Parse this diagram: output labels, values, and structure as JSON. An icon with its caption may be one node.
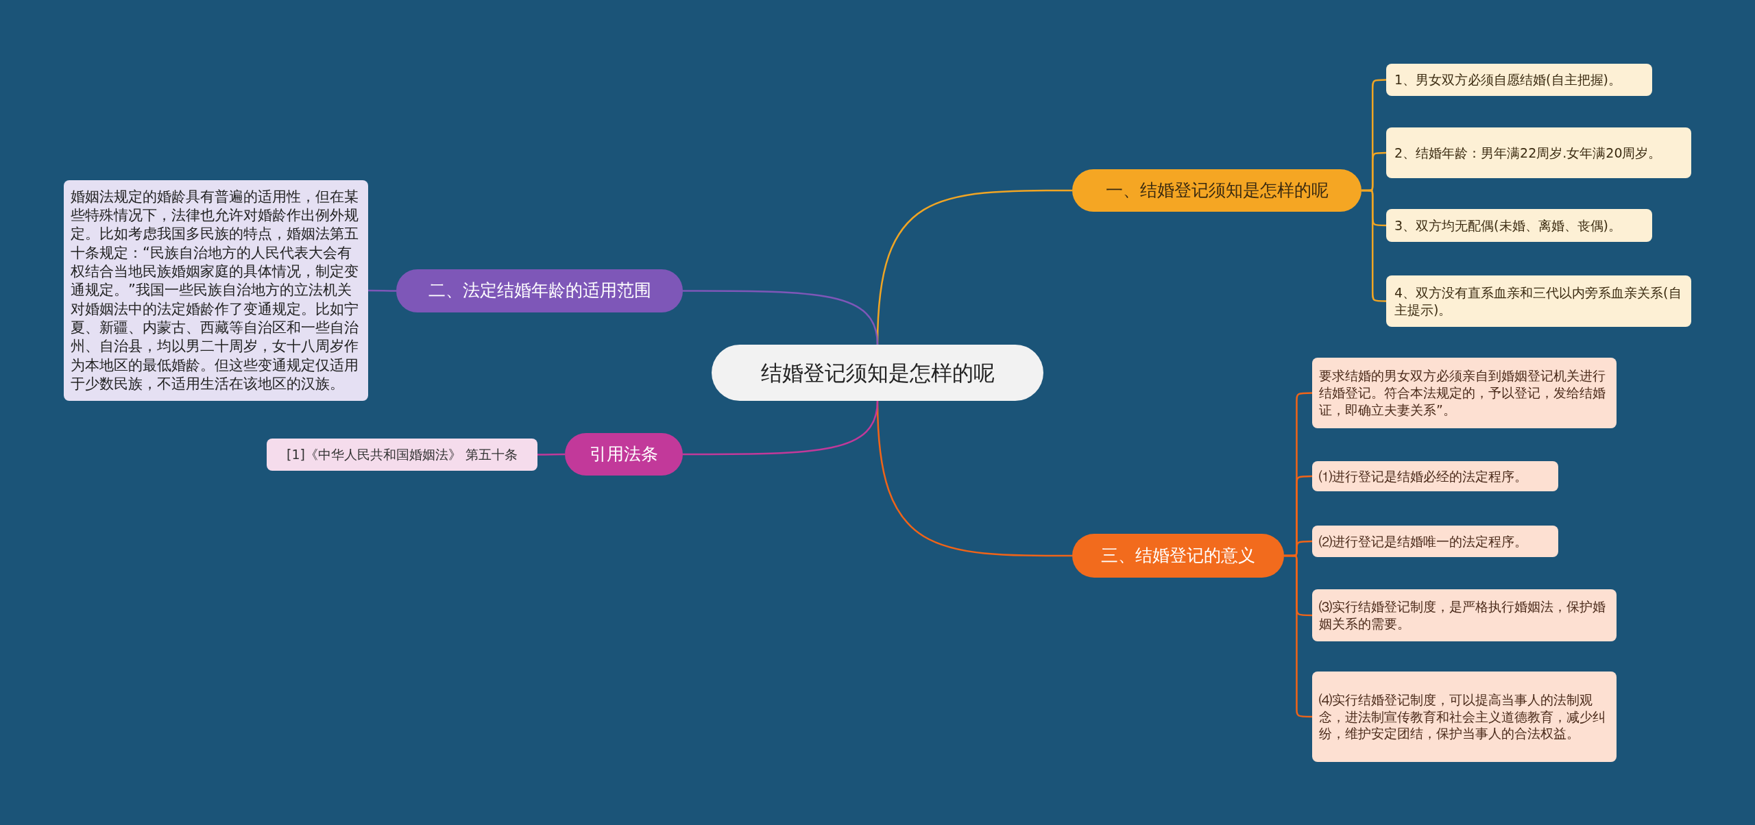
{
  "diagram": {
    "nodes": [
      {
        "text": [
          "结婚登记须知是怎样的呢"
        ]
      },
      {
        "text": [
          "一、结婚登记须知是怎样的呢"
        ]
      },
      {
        "text": [
          "1、男女双方必须自愿结婚(自主把握)。"
        ]
      },
      {
        "text": [
          "2、结婚年龄：男年满22周岁.女年满20周岁。"
        ]
      },
      {
        "text": [
          "3、双方均无配偶(未婚、离婚、丧偶)。"
        ]
      },
      {
        "text": [
          "4、双方没有直系血亲和三代以内旁系血亲关系(自主提示)。"
        ]
      },
      {
        "text": [
          "二、法定结婚年龄的适用范围"
        ]
      },
      {
        "text": [
          "婚姻法规定的婚龄具有普遍的适用性，但在某些特殊情况下，法律也允许对婚龄作出例外规定。比如考虑我国多民族的特点，婚姻法第五十条规定：“民族自治地方的人民代表大会有权结合当地民族婚姻家庭的具体情况，制定变通规定。”我国一些民族自治地方的立法机关对婚姻法中的法定婚龄作了变通规定。比如宁夏、新疆、内蒙古、西藏等自治区和一些自治州、自治县，均以男二十周岁，女十八周岁作为本地区的最低婚龄。但这些变通规定仅适用于少数民族，不适用生活在该地区的汉族。"
        ]
      },
      {
        "text": [
          "三、结婚登记的意义"
        ]
      },
      {
        "text": [
          "要求结婚的男女双方必须亲自到婚姻登记机关进行结婚登记。符合本法规定的，予以登记，发给结婚证，即确立夫妻关系”。"
        ]
      },
      {
        "text": [
          "⑴进行登记是结婚必经的法定程序。"
        ]
      },
      {
        "text": [
          "⑵进行登记是结婚唯一的法定程序。"
        ]
      },
      {
        "text": [
          "⑶实行结婚登记制度，是严格执行婚姻法，保护婚姻关系的需要。"
        ]
      },
      {
        "text": [
          "⑷实行结婚登记制度，可以提高当事人的法制观念，进法制宣传教育和社会主义道德教育，减少纠纷，维护安定团结，保护当事人的合法权益。"
        ]
      },
      {
        "text": [
          "引用法条"
        ]
      },
      {
        "text": [
          "[1]《中华人民共和国婚姻法》 第五十条"
        ]
      }
    ],
    "edges": [
      {
        "from": 0,
        "to": 1,
        "arrow": "none",
        "color": "#f0a524"
      },
      {
        "from": 1,
        "to": 2,
        "arrow": "none",
        "color": "#f0a524"
      },
      {
        "from": 1,
        "to": 3,
        "arrow": "none",
        "color": "#f0a524"
      },
      {
        "from": 1,
        "to": 4,
        "arrow": "none",
        "color": "#f0a524"
      },
      {
        "from": 1,
        "to": 5,
        "arrow": "none",
        "color": "#f0a524"
      },
      {
        "from": 0,
        "to": 6,
        "arrow": "none",
        "color": "#7e57b8"
      },
      {
        "from": 6,
        "to": 7,
        "arrow": "none",
        "color": "#7e57b8"
      },
      {
        "from": 0,
        "to": 8,
        "arrow": "none",
        "color": "#f06418"
      },
      {
        "from": 8,
        "to": 9,
        "arrow": "none",
        "color": "#f06418"
      },
      {
        "from": 8,
        "to": 10,
        "arrow": "none",
        "color": "#f06418"
      },
      {
        "from": 8,
        "to": 11,
        "arrow": "none",
        "color": "#f06418"
      },
      {
        "from": 8,
        "to": 12,
        "arrow": "none",
        "color": "#f06418"
      },
      {
        "from": 8,
        "to": 13,
        "arrow": "none",
        "color": "#f06418"
      },
      {
        "from": 0,
        "to": 14,
        "arrow": "none",
        "color": "#c2399a"
      },
      {
        "from": 14,
        "to": 15,
        "arrow": "none",
        "color": "#c2399a"
      }
    ]
  }
}
